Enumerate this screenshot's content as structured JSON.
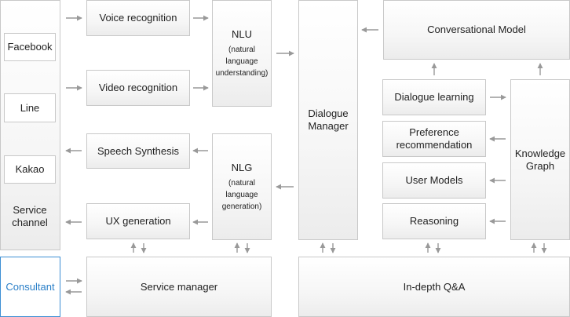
{
  "service_channel": {
    "label_line1": "Service",
    "label_line2": "channel",
    "items": [
      "Facebook",
      "Line",
      "Kakao"
    ]
  },
  "consultant": "Consultant",
  "voice_recognition": "Voice recognition",
  "video_recognition": "Video recognition",
  "speech_synthesis": "Speech Synthesis",
  "ux_generation": "UX generation",
  "nlu": {
    "title": "NLU",
    "sub1": "(natural",
    "sub2": "language",
    "sub3": "understanding)"
  },
  "nlg": {
    "title": "NLG",
    "sub1": "(natural",
    "sub2": "language",
    "sub3": "generation)"
  },
  "service_manager": "Service manager",
  "dialogue_manager": {
    "line1": "Dialogue",
    "line2": "Manager"
  },
  "conversational_model": "Conversational Model",
  "dialogue_learning": "Dialogue learning",
  "preference_recommendation": {
    "line1": "Preference",
    "line2": "recommendation"
  },
  "user_models": "User Models",
  "reasoning": "Reasoning",
  "knowledge_graph": {
    "line1": "Knowledge",
    "line2": "Graph"
  },
  "in_depth_qa": "In-depth Q&A",
  "colors": {
    "border": "#c8c8c8",
    "arrow": "#999999",
    "consultant_accent": "#2a7fc8"
  }
}
